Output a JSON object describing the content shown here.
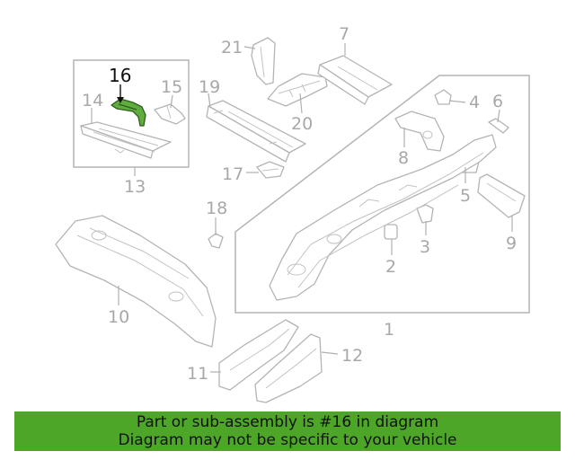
{
  "diagram": {
    "highlight_color": "#5fad3e",
    "banner_color": "#4ea629",
    "highlighted_callout": "16",
    "callouts": {
      "c1": "1",
      "c2": "2",
      "c3": "3",
      "c4": "4",
      "c5": "5",
      "c6": "6",
      "c7": "7",
      "c8": "8",
      "c9": "9",
      "c10": "10",
      "c11": "11",
      "c12": "12",
      "c13": "13",
      "c14": "14",
      "c15": "15",
      "c16": "16",
      "c17": "17",
      "c18": "18",
      "c19": "19",
      "c20": "20",
      "c21": "21"
    }
  },
  "banner": {
    "line1": "Part or sub-assembly is #16 in diagram",
    "line2": "Diagram may not be specific to your vehicle"
  }
}
